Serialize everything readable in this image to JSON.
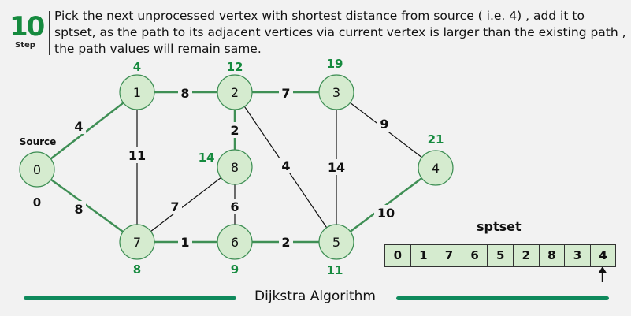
{
  "step": {
    "number": "10",
    "label": "Step"
  },
  "description": "Pick the next unprocessed vertex with shortest distance from source ( i.e. 4) , add it to sptset, as the path to its adjacent vertices via current vertex is larger than the existing path , the path values will remain same.",
  "source_label": "Source",
  "colors": {
    "accent": "#158a3e",
    "node_fill": "#d5ebcf",
    "node_stroke": "#3f8f55",
    "tree_edge": "#3f8f55",
    "other_edge": "#111111",
    "footer_line": "#0f8a5c"
  },
  "nodes": [
    {
      "id": "0",
      "dist": "0"
    },
    {
      "id": "1",
      "dist": "4"
    },
    {
      "id": "2",
      "dist": "12"
    },
    {
      "id": "3",
      "dist": "19"
    },
    {
      "id": "4",
      "dist": "21"
    },
    {
      "id": "5",
      "dist": "11"
    },
    {
      "id": "6",
      "dist": "9"
    },
    {
      "id": "7",
      "dist": "8"
    },
    {
      "id": "8",
      "dist": "14"
    }
  ],
  "edges": [
    {
      "from": "0",
      "to": "1",
      "weight": "4",
      "in_tree": true
    },
    {
      "from": "0",
      "to": "7",
      "weight": "8",
      "in_tree": true
    },
    {
      "from": "1",
      "to": "2",
      "weight": "8",
      "in_tree": true
    },
    {
      "from": "2",
      "to": "3",
      "weight": "7",
      "in_tree": true
    },
    {
      "from": "2",
      "to": "8",
      "weight": "2",
      "in_tree": true
    },
    {
      "from": "7",
      "to": "6",
      "weight": "1",
      "in_tree": true
    },
    {
      "from": "6",
      "to": "5",
      "weight": "2",
      "in_tree": true
    },
    {
      "from": "5",
      "to": "4",
      "weight": "10",
      "in_tree": true
    },
    {
      "from": "1",
      "to": "7",
      "weight": "11",
      "in_tree": false
    },
    {
      "from": "7",
      "to": "8",
      "weight": "7",
      "in_tree": false
    },
    {
      "from": "8",
      "to": "6",
      "weight": "6",
      "in_tree": false
    },
    {
      "from": "2",
      "to": "5",
      "weight": "4",
      "in_tree": false
    },
    {
      "from": "3",
      "to": "5",
      "weight": "14",
      "in_tree": false
    },
    {
      "from": "3",
      "to": "4",
      "weight": "9",
      "in_tree": false
    }
  ],
  "sptset": {
    "title": "sptset",
    "items": [
      "0",
      "1",
      "7",
      "6",
      "5",
      "2",
      "8",
      "3",
      "4"
    ],
    "pointer_index": 8
  },
  "footer": "Dijkstra Algorithm"
}
